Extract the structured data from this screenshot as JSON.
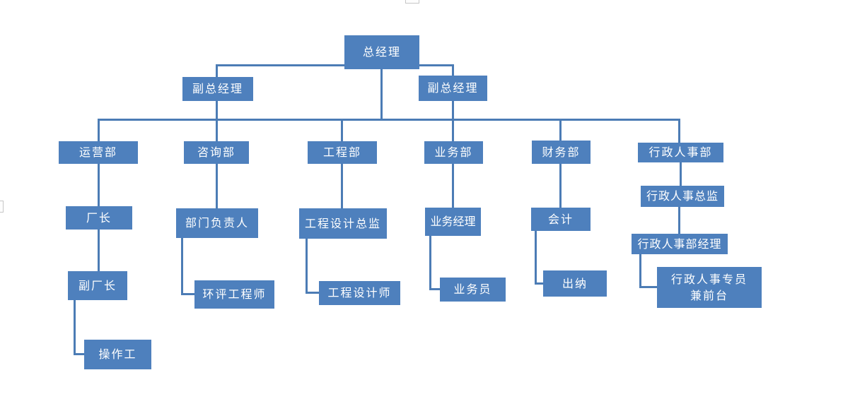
{
  "diagram": {
    "type": "org-chart",
    "background": "#ffffff",
    "node_fill": "#4E80BD",
    "node_text_color": "#ffffff",
    "connector_color": "#4C7CB5",
    "edges": [
      [
        "总经理",
        "副总经理(左)"
      ],
      [
        "总经理",
        "副总经理(右)"
      ],
      [
        "总经理",
        "运营部"
      ],
      [
        "总经理",
        "咨询部"
      ],
      [
        "总经理",
        "工程部"
      ],
      [
        "总经理",
        "业务部"
      ],
      [
        "总经理",
        "财务部"
      ],
      [
        "总经理",
        "行政人事部"
      ],
      [
        "运营部",
        "厂长"
      ],
      [
        "厂长",
        "副厂长"
      ],
      [
        "副厂长",
        "操作工"
      ],
      [
        "咨询部",
        "部门负责人"
      ],
      [
        "部门负责人",
        "环评工程师"
      ],
      [
        "工程部",
        "工程设计总监"
      ],
      [
        "工程设计总监",
        "工程设计师"
      ],
      [
        "业务部",
        "业务经理"
      ],
      [
        "业务经理",
        "业务员"
      ],
      [
        "财务部",
        "会计"
      ],
      [
        "会计",
        "出纳"
      ],
      [
        "行政人事部",
        "行政人事总监"
      ],
      [
        "行政人事总监",
        "行政人事部经理"
      ],
      [
        "行政人事部经理",
        "行政人事专员兼前台"
      ]
    ]
  },
  "nodes": {
    "gm": {
      "label": "总经理"
    },
    "dgm_left": {
      "label": "副总经理"
    },
    "dgm_right": {
      "label": "副总经理"
    },
    "dept_operations": {
      "label": "运营部"
    },
    "dept_consulting": {
      "label": "咨询部"
    },
    "dept_engineering": {
      "label": "工程部"
    },
    "dept_business": {
      "label": "业务部"
    },
    "dept_finance": {
      "label": "财务部"
    },
    "dept_admin_hr": {
      "label": "行政人事部"
    },
    "factory_director": {
      "label": "厂长"
    },
    "deputy_factory_director": {
      "label": "副厂长"
    },
    "operator": {
      "label": "操作工"
    },
    "dept_head": {
      "label": "部门负责人"
    },
    "eia_engineer": {
      "label": "环评工程师"
    },
    "design_director": {
      "label": "工程设计总监"
    },
    "design_engineer": {
      "label": "工程设计师"
    },
    "business_manager": {
      "label": "业务经理"
    },
    "salesperson": {
      "label": "业务员"
    },
    "accountant": {
      "label": "会计"
    },
    "cashier": {
      "label": "出纳"
    },
    "admin_hr_director": {
      "label": "行政人事总监"
    },
    "admin_hr_manager": {
      "label": "行政人事部经理"
    },
    "admin_hr_specialist": {
      "label": "行政人事专员",
      "label2": "兼前台"
    }
  }
}
